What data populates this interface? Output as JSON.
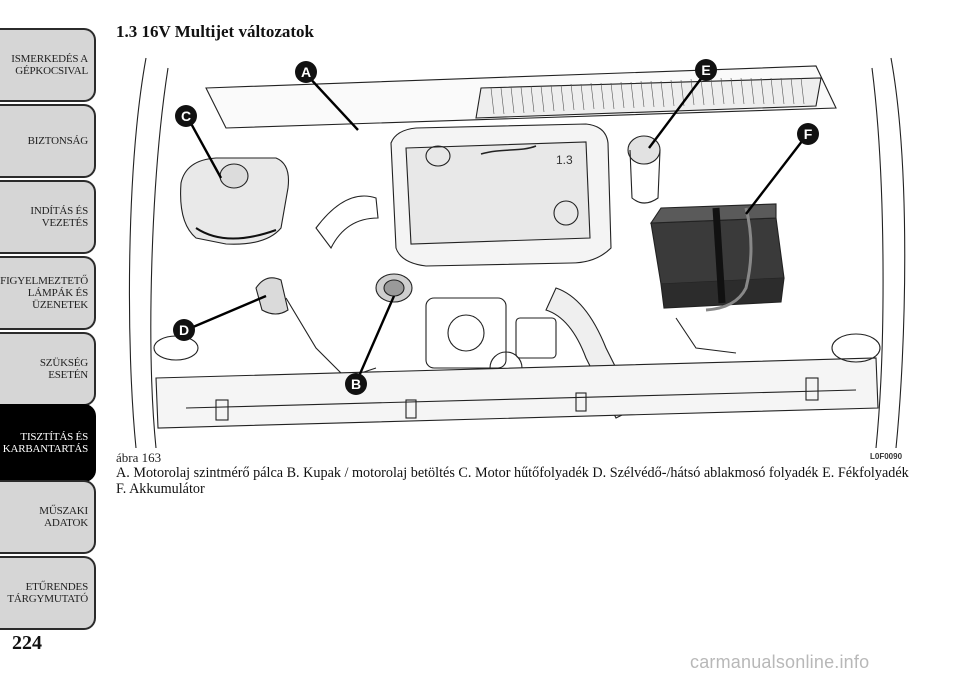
{
  "sidebar": {
    "items": [
      {
        "label": "ISMERKEDÉS A GÉPKOCSIVAL",
        "active": false
      },
      {
        "label": "BIZTONSÁG",
        "active": false
      },
      {
        "label": "INDÍTÁS ÉS VEZETÉS",
        "active": false
      },
      {
        "label": "FIGYELMEZTETŐ LÁMPÁK ÉS ÜZENETEK",
        "active": false
      },
      {
        "label": "SZÜKSÉG ESETÉN",
        "active": false
      },
      {
        "label": "TISZTÍTÁS ÉS KARBANTARTÁS",
        "active": true
      },
      {
        "label": "MŰSZAKI ADATOK",
        "active": false
      },
      {
        "label": "ETŰRENDES TÁRGYMUTATÓ",
        "active": false
      }
    ]
  },
  "page": {
    "number": "224",
    "heading": "1.3 16V Multijet változatok"
  },
  "figure": {
    "caption": "ábra 163",
    "code": "L0F0090",
    "engine_text": "1.3",
    "markers": [
      {
        "letter": "A"
      },
      {
        "letter": "B"
      },
      {
        "letter": "C"
      },
      {
        "letter": "D"
      },
      {
        "letter": "E"
      },
      {
        "letter": "F"
      }
    ]
  },
  "legend": "A. Motorolaj szintmérő pálca B. Kupak / motorolaj betöltés C. Motor hűtőfolyadék D. Szélvédő-/hátsó ablakmosó folyadék E. Fékfolyadék F. Akkumulátor",
  "watermark": "carmanualsonline.info"
}
